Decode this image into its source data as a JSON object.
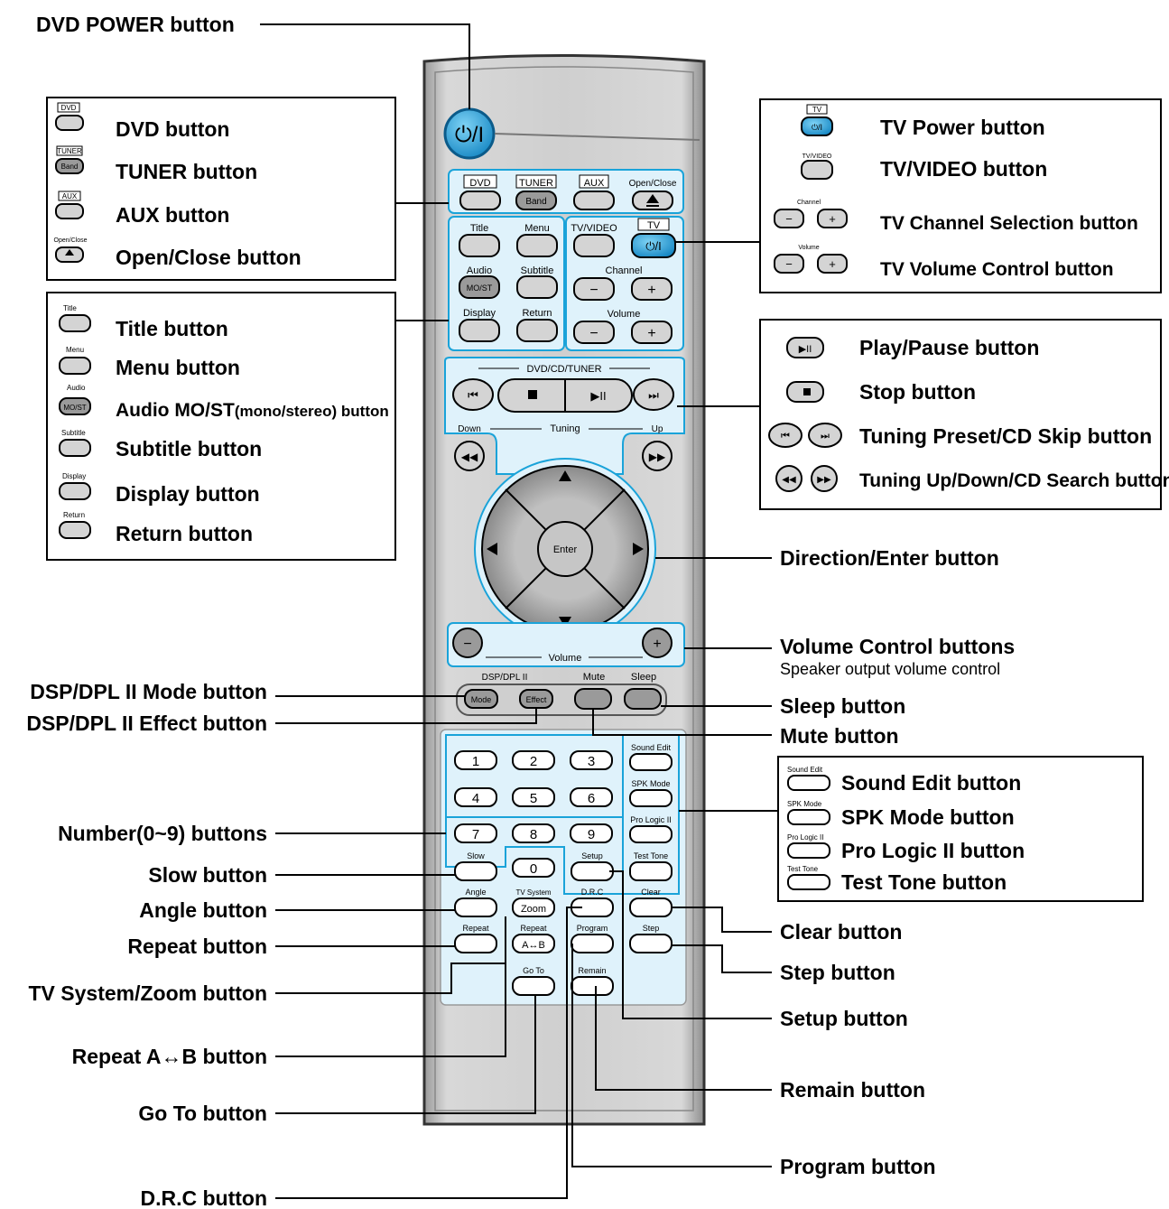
{
  "remote": {
    "source_buttons": {
      "dvd": "DVD",
      "tuner": "TUNER",
      "band": "Band",
      "aux": "AUX",
      "open_close": "Open/Close"
    },
    "menu_buttons": {
      "title": "Title",
      "menu": "Menu",
      "audio": "Audio",
      "mo_st": "MO/ST",
      "subtitle": "Subtitle",
      "display": "Display",
      "return": "Return"
    },
    "tv_buttons": {
      "tv_video": "TV/VIDEO",
      "tv": "TV",
      "power_symbol": "⏻/I",
      "channel": "Channel",
      "volume": "Volume",
      "minus": "−",
      "plus": "+"
    },
    "transport": {
      "group": "DVD/CD/TUNER",
      "tuning": "Tuning",
      "down": "Down",
      "up": "Up"
    },
    "nav": {
      "enter": "Enter"
    },
    "volume_bar": {
      "label": "Volume"
    },
    "dsp": {
      "group": "DSP/DPL II",
      "mode": "Mode",
      "effect": "Effect",
      "mute": "Mute",
      "sleep": "Sleep"
    },
    "numbers": [
      "1",
      "2",
      "3",
      "4",
      "5",
      "6",
      "7",
      "8",
      "9",
      "0"
    ],
    "side_buttons": {
      "sound_edit": "Sound Edit",
      "spk_mode": "SPK Mode",
      "pro_logic": "Pro Logic II",
      "test_tone": "Test Tone"
    },
    "lower": {
      "slow": "Slow",
      "setup": "Setup",
      "angle": "Angle",
      "tv_system": "TV System",
      "zoom": "Zoom",
      "drc": "D.R.C",
      "clear": "Clear",
      "repeat": "Repeat",
      "repeat2": "Repeat",
      "ab": "A↔B",
      "program": "Program",
      "step": "Step",
      "go_to": "Go To",
      "remain": "Remain"
    }
  },
  "callouts": {
    "dvd_power": "DVD POWER button",
    "box1": {
      "dvd": "DVD button",
      "tuner": "TUNER button",
      "aux": "AUX button",
      "open_close": "Open/Close button"
    },
    "box2": {
      "title": "Title button",
      "menu": "Menu button",
      "audio_main": "Audio MO/ST",
      "audio_sub": "(mono/stereo) button",
      "subtitle": "Subtitle button",
      "display": "Display button",
      "return": "Return button"
    },
    "tv_box": {
      "power": "TV Power button",
      "tv_video": "TV/VIDEO button",
      "channel": "TV Channel Selection button",
      "volume": "TV Volume Control button"
    },
    "play_box": {
      "play_pause": "Play/Pause button",
      "stop": "Stop button",
      "skip": "Tuning Preset/CD Skip button",
      "search": "Tuning Up/Down/CD Search button"
    },
    "direction": "Direction/Enter button",
    "volume_ctrl": "Volume Control buttons",
    "volume_sub": "Speaker output volume control",
    "dsp_mode": "DSP/DPL II Mode button",
    "dsp_effect": "DSP/DPL II Effect button",
    "sleep": "Sleep button",
    "mute": "Mute button",
    "sound_box": {
      "sound_edit": "Sound Edit button",
      "spk_mode": "SPK Mode button",
      "pro_logic": "Pro Logic II button",
      "test_tone": "Test Tone button"
    },
    "numbers": "Number(0~9) buttons",
    "slow": "Slow button",
    "angle": "Angle button",
    "repeat": "Repeat button",
    "tv_system": "TV System/Zoom button",
    "repeat_ab": "Repeat A↔B button",
    "go_to": "Go To button",
    "drc": "D.R.C button",
    "clear": "Clear button",
    "step": "Step button",
    "setup": "Setup button",
    "remain": "Remain button",
    "program": "Program button"
  },
  "colors": {
    "accent_blue": "#1aa3d9",
    "panel_light": "#dff2fb",
    "body_gray": "#c8c8c8",
    "button_gray": "#d4d4d4"
  }
}
